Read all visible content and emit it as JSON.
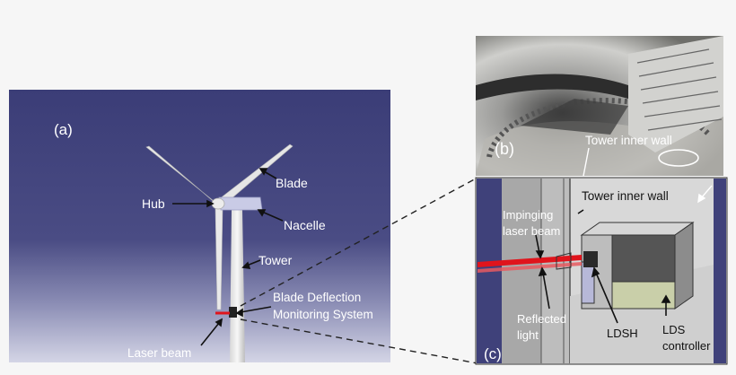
{
  "panel_a": {
    "tag": "(a)",
    "labels": {
      "blade": "Blade",
      "hub": "Hub",
      "nacelle": "Nacelle",
      "tower": "Tower",
      "monitoring_1": "Blade Deflection",
      "monitoring_2": "Monitoring System",
      "laser": "Laser beam"
    }
  },
  "panel_b": {
    "tag": "(b)",
    "labels": {
      "tower_inner_wall": "Tower inner wall"
    }
  },
  "panel_c": {
    "tag": "(c)",
    "labels": {
      "tower_inner_wall": "Tower inner wall",
      "impinging_1": "Impinging",
      "impinging_2": "laser beam",
      "reflected_1": "Reflected",
      "reflected_2": "light",
      "ldsh": "LDSH",
      "lds_1": "LDS",
      "lds_2": "controller"
    }
  },
  "colors": {
    "sky_top": "#3c3e78",
    "sky_bottom": "#cfd0e2",
    "laser_red": "#e0141c",
    "label_white": "#ffffff",
    "label_black": "#111111"
  }
}
